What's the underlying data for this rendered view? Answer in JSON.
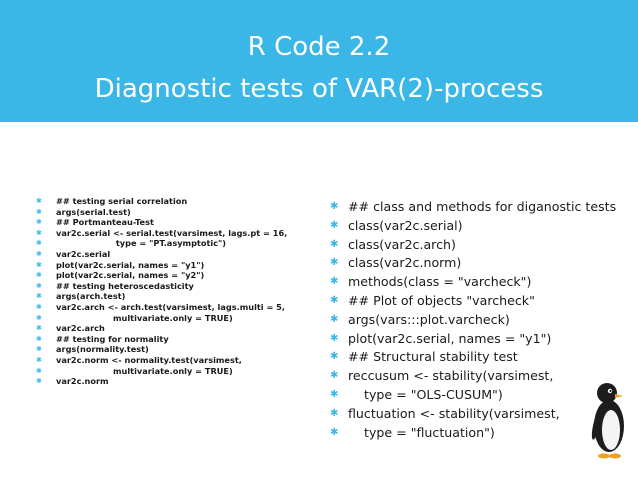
{
  "title": {
    "line1": "R Code 2.2",
    "line2": "Diagnostic tests of VAR(2)-process"
  },
  "colors": {
    "title_band": "#3ab7e6",
    "bullet": "#3ab7e6",
    "text": "#1a1a1a"
  },
  "bullet_icon": "star-bullet-icon",
  "left_code": [
    "## testing serial correlation",
    "args(serial.test)",
    "## Portmanteau-Test",
    "var2c.serial <- serial.test(varsimest, lags.pt = 16,",
    "                     type = \"PT.asymptotic\")",
    "var2c.serial",
    "plot(var2c.serial, names = \"y1\")",
    "plot(var2c.serial, names = \"y2\")",
    "## testing heteroscedasticity",
    "args(arch.test)",
    "var2c.arch <- arch.test(varsimest, lags.multi = 5,",
    "                    multivariate.only = TRUE)",
    "var2c.arch",
    "## testing for normality",
    "args(normality.test)",
    "var2c.norm <- normality.test(varsimest,",
    "                    multivariate.only = TRUE)",
    "var2c.norm"
  ],
  "right_code": [
    "## class and methods for diganostic tests",
    "class(var2c.serial)",
    "class(var2c.arch)",
    "class(var2c.norm)",
    "methods(class = \"varcheck\")",
    "## Plot of objects \"varcheck\"",
    "args(vars:::plot.varcheck)",
    "plot(var2c.serial, names = \"y1\")",
    "## Structural stability test",
    "reccusum <- stability(varsimest,",
    "    type = \"OLS-CUSUM\")",
    "fluctuation <- stability(varsimest,",
    "    type = \"fluctuation\")"
  ]
}
